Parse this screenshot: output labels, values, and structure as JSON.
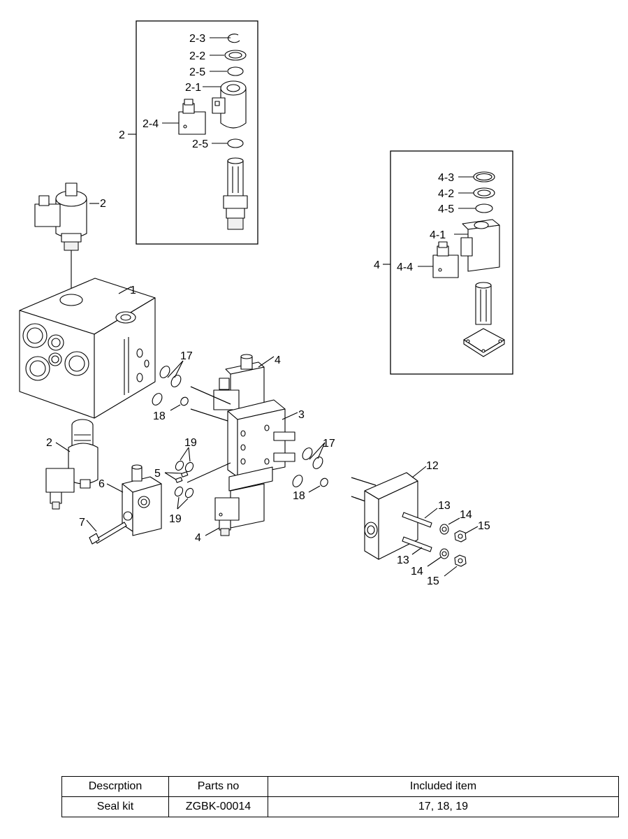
{
  "callouts": {
    "c2_3": "2-3",
    "c2_2": "2-2",
    "c2_5a": "2-5",
    "c2_1": "2-1",
    "c2_4": "2-4",
    "c2_5b": "2-5",
    "c2_group": "2",
    "c4_3": "4-3",
    "c4_2": "4-2",
    "c4_5": "4-5",
    "c4_1": "4-1",
    "c4_4": "4-4",
    "c4_group": "4",
    "c2_top": "2",
    "c1": "1",
    "c17a": "17",
    "c18a": "18",
    "c4_mid": "4",
    "c3": "3",
    "c17b": "17",
    "c19a": "19",
    "c2_bot": "2",
    "c5": "5",
    "c6": "6",
    "c19b": "19",
    "c18b": "18",
    "c7": "7",
    "c4_bot": "4",
    "c12": "12",
    "c13a": "13",
    "c14a": "14",
    "c15a": "15",
    "c13b": "13",
    "c14b": "14",
    "c15b": "15"
  },
  "table": {
    "headers": [
      "Descrption",
      "Parts no",
      "Included item"
    ],
    "rows": [
      [
        "Seal kit",
        "ZGBK-00014",
        "17, 18, 19"
      ]
    ]
  }
}
